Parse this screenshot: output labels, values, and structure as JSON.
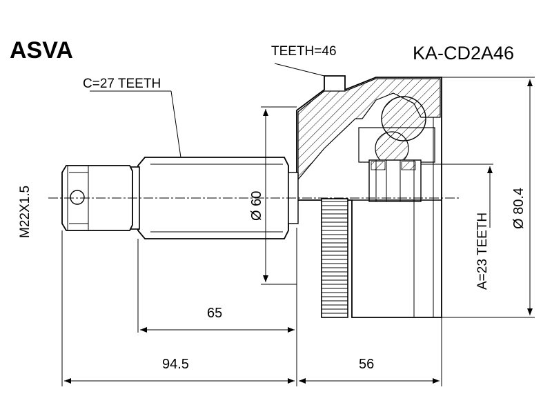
{
  "header": {
    "brand": "ASVA",
    "part_number": "KA-CD2A46"
  },
  "labels": {
    "teeth_outer": "TEETH=46",
    "spline_c": "C=27 TEETH",
    "thread": "M22X1.5",
    "spline_a": "A=23 TEETH"
  },
  "dimensions": {
    "shaft_diameter": "Ø 60",
    "housing_diameter": "Ø 80.4",
    "shaft_length": "65",
    "total_shaft": "94.5",
    "housing_length": "56"
  }
}
